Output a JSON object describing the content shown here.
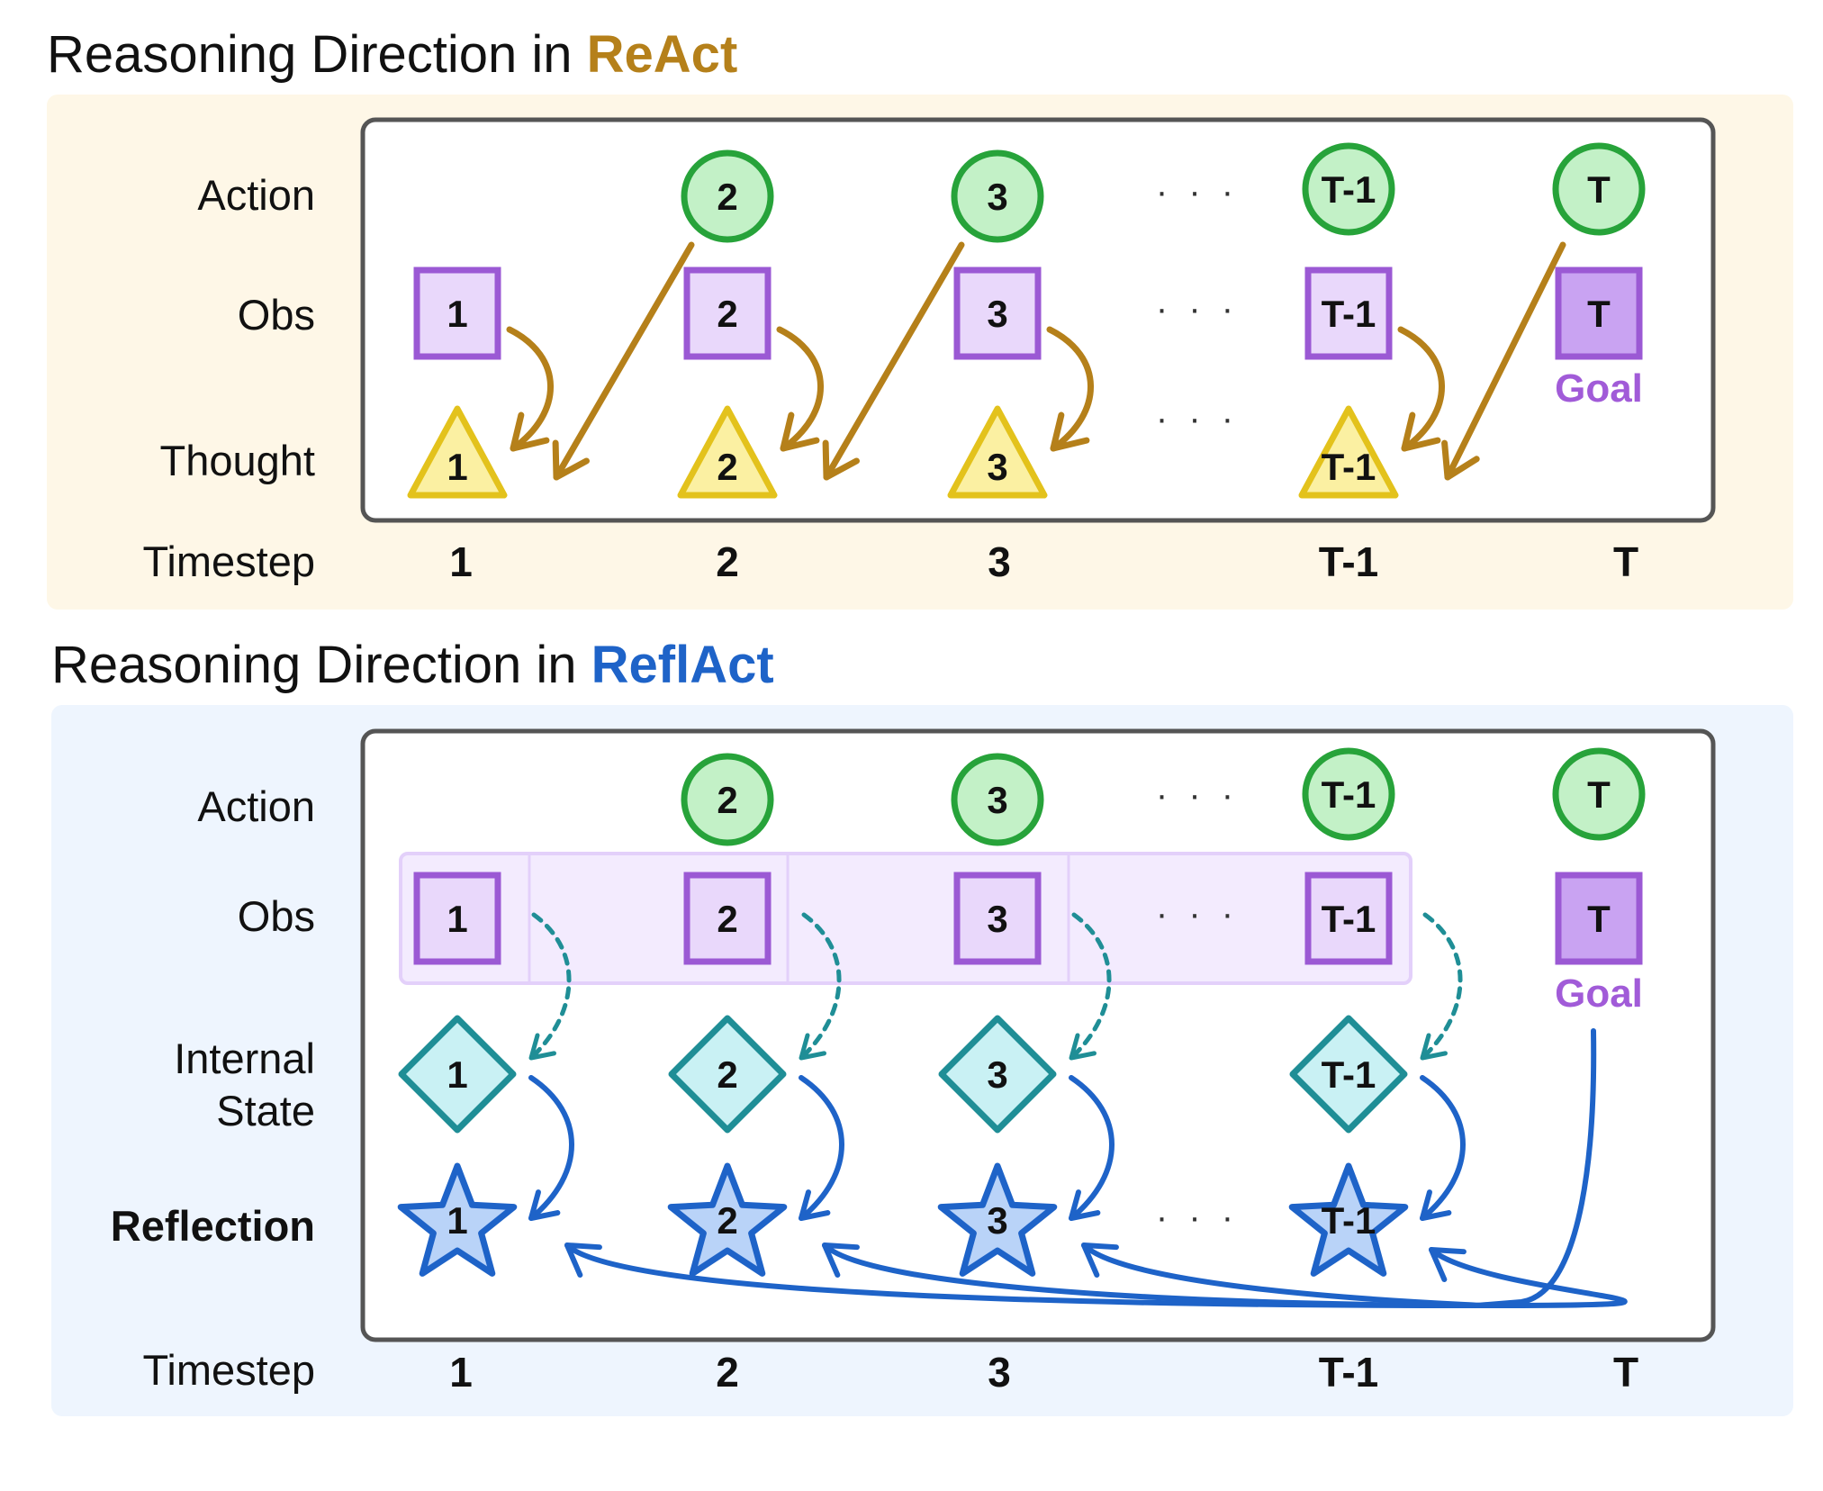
{
  "colors": {
    "react_accent": "#B5801A",
    "reflact_accent": "#1E63C8",
    "react_panel_bg": "#FEF7E7",
    "reflact_panel_bg": "#EEF5FE",
    "action_fill": "#C3F1C7",
    "action_stroke": "#27A33A",
    "obs_fill": "#E9D8FB",
    "obs_stroke": "#9B59D4",
    "goal_obs_fill": "#C9A3F2",
    "thought_fill": "#FBF0A2",
    "thought_stroke": "#E3C21C",
    "state_fill": "#C9F1F4",
    "state_stroke": "#1F8E96",
    "reflection_fill": "#B9D3F8",
    "reflection_stroke": "#1E63C8",
    "react_arrow": "#B5801A",
    "state_arrow": "#1F8E96",
    "reflection_arrow": "#1E63C8",
    "goal_text": "#A15BD8"
  },
  "react": {
    "title_prefix": "Reasoning Direction in ",
    "title_accent": "ReAct",
    "rows": {
      "action": "Action",
      "obs": "Obs",
      "thought": "Thought",
      "timestep": "Timestep"
    },
    "actions": [
      "2",
      "3",
      "T-1",
      "T"
    ],
    "observations": [
      "1",
      "2",
      "3",
      "T-1",
      "T"
    ],
    "thoughts": [
      "1",
      "2",
      "3",
      "T-1"
    ],
    "goal_label": "Goal",
    "ellipsis": "· · ·",
    "icons": [
      "circle-icon",
      "square-icon",
      "triangle-icon",
      "arrow-icon"
    ]
  },
  "reflact": {
    "title_prefix": "Reasoning Direction in ",
    "title_accent": "ReflAct",
    "rows": {
      "action": "Action",
      "obs": "Obs",
      "state_line1": "Internal",
      "state_line2": "State",
      "reflection": "Reflection",
      "timestep": "Timestep"
    },
    "actions": [
      "2",
      "3",
      "T-1",
      "T"
    ],
    "observations": [
      "1",
      "2",
      "3",
      "T-1",
      "T"
    ],
    "states": [
      "1",
      "2",
      "3",
      "T-1"
    ],
    "reflections": [
      "1",
      "2",
      "3",
      "T-1"
    ],
    "goal_label": "Goal",
    "ellipsis": "· · ·",
    "icons": [
      "circle-icon",
      "square-icon",
      "diamond-icon",
      "star-icon",
      "arrow-icon"
    ]
  },
  "timesteps": [
    "1",
    "2",
    "3",
    "T-1",
    "T"
  ]
}
